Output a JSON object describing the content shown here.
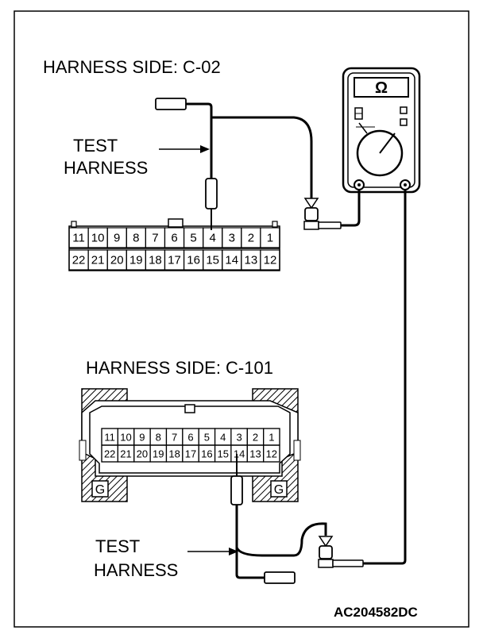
{
  "labels": {
    "harness_c02": "HARNESS SIDE: C-02",
    "harness_c101": "HARNESS SIDE: C-101",
    "test_1": "TEST",
    "harness_word_1": "HARNESS",
    "test_2": "TEST",
    "harness_word_2": "HARNESS",
    "figure_id": "AC204582DC",
    "meter_symbol": "Ω",
    "ground_left": "G",
    "ground_right": "G"
  },
  "connector_c02": {
    "top_row": [
      "11",
      "10",
      "9",
      "8",
      "7",
      "6",
      "5",
      "4",
      "3",
      "2",
      "1"
    ],
    "bottom_row": [
      "22",
      "21",
      "20",
      "19",
      "18",
      "17",
      "16",
      "15",
      "14",
      "13",
      "12"
    ]
  },
  "connector_c101": {
    "top_row": [
      "11",
      "10",
      "9",
      "8",
      "7",
      "6",
      "5",
      "4",
      "3",
      "2",
      "1"
    ],
    "bottom_row": [
      "22",
      "21",
      "20",
      "19",
      "18",
      "17",
      "16",
      "15",
      "14",
      "13",
      "12"
    ]
  }
}
